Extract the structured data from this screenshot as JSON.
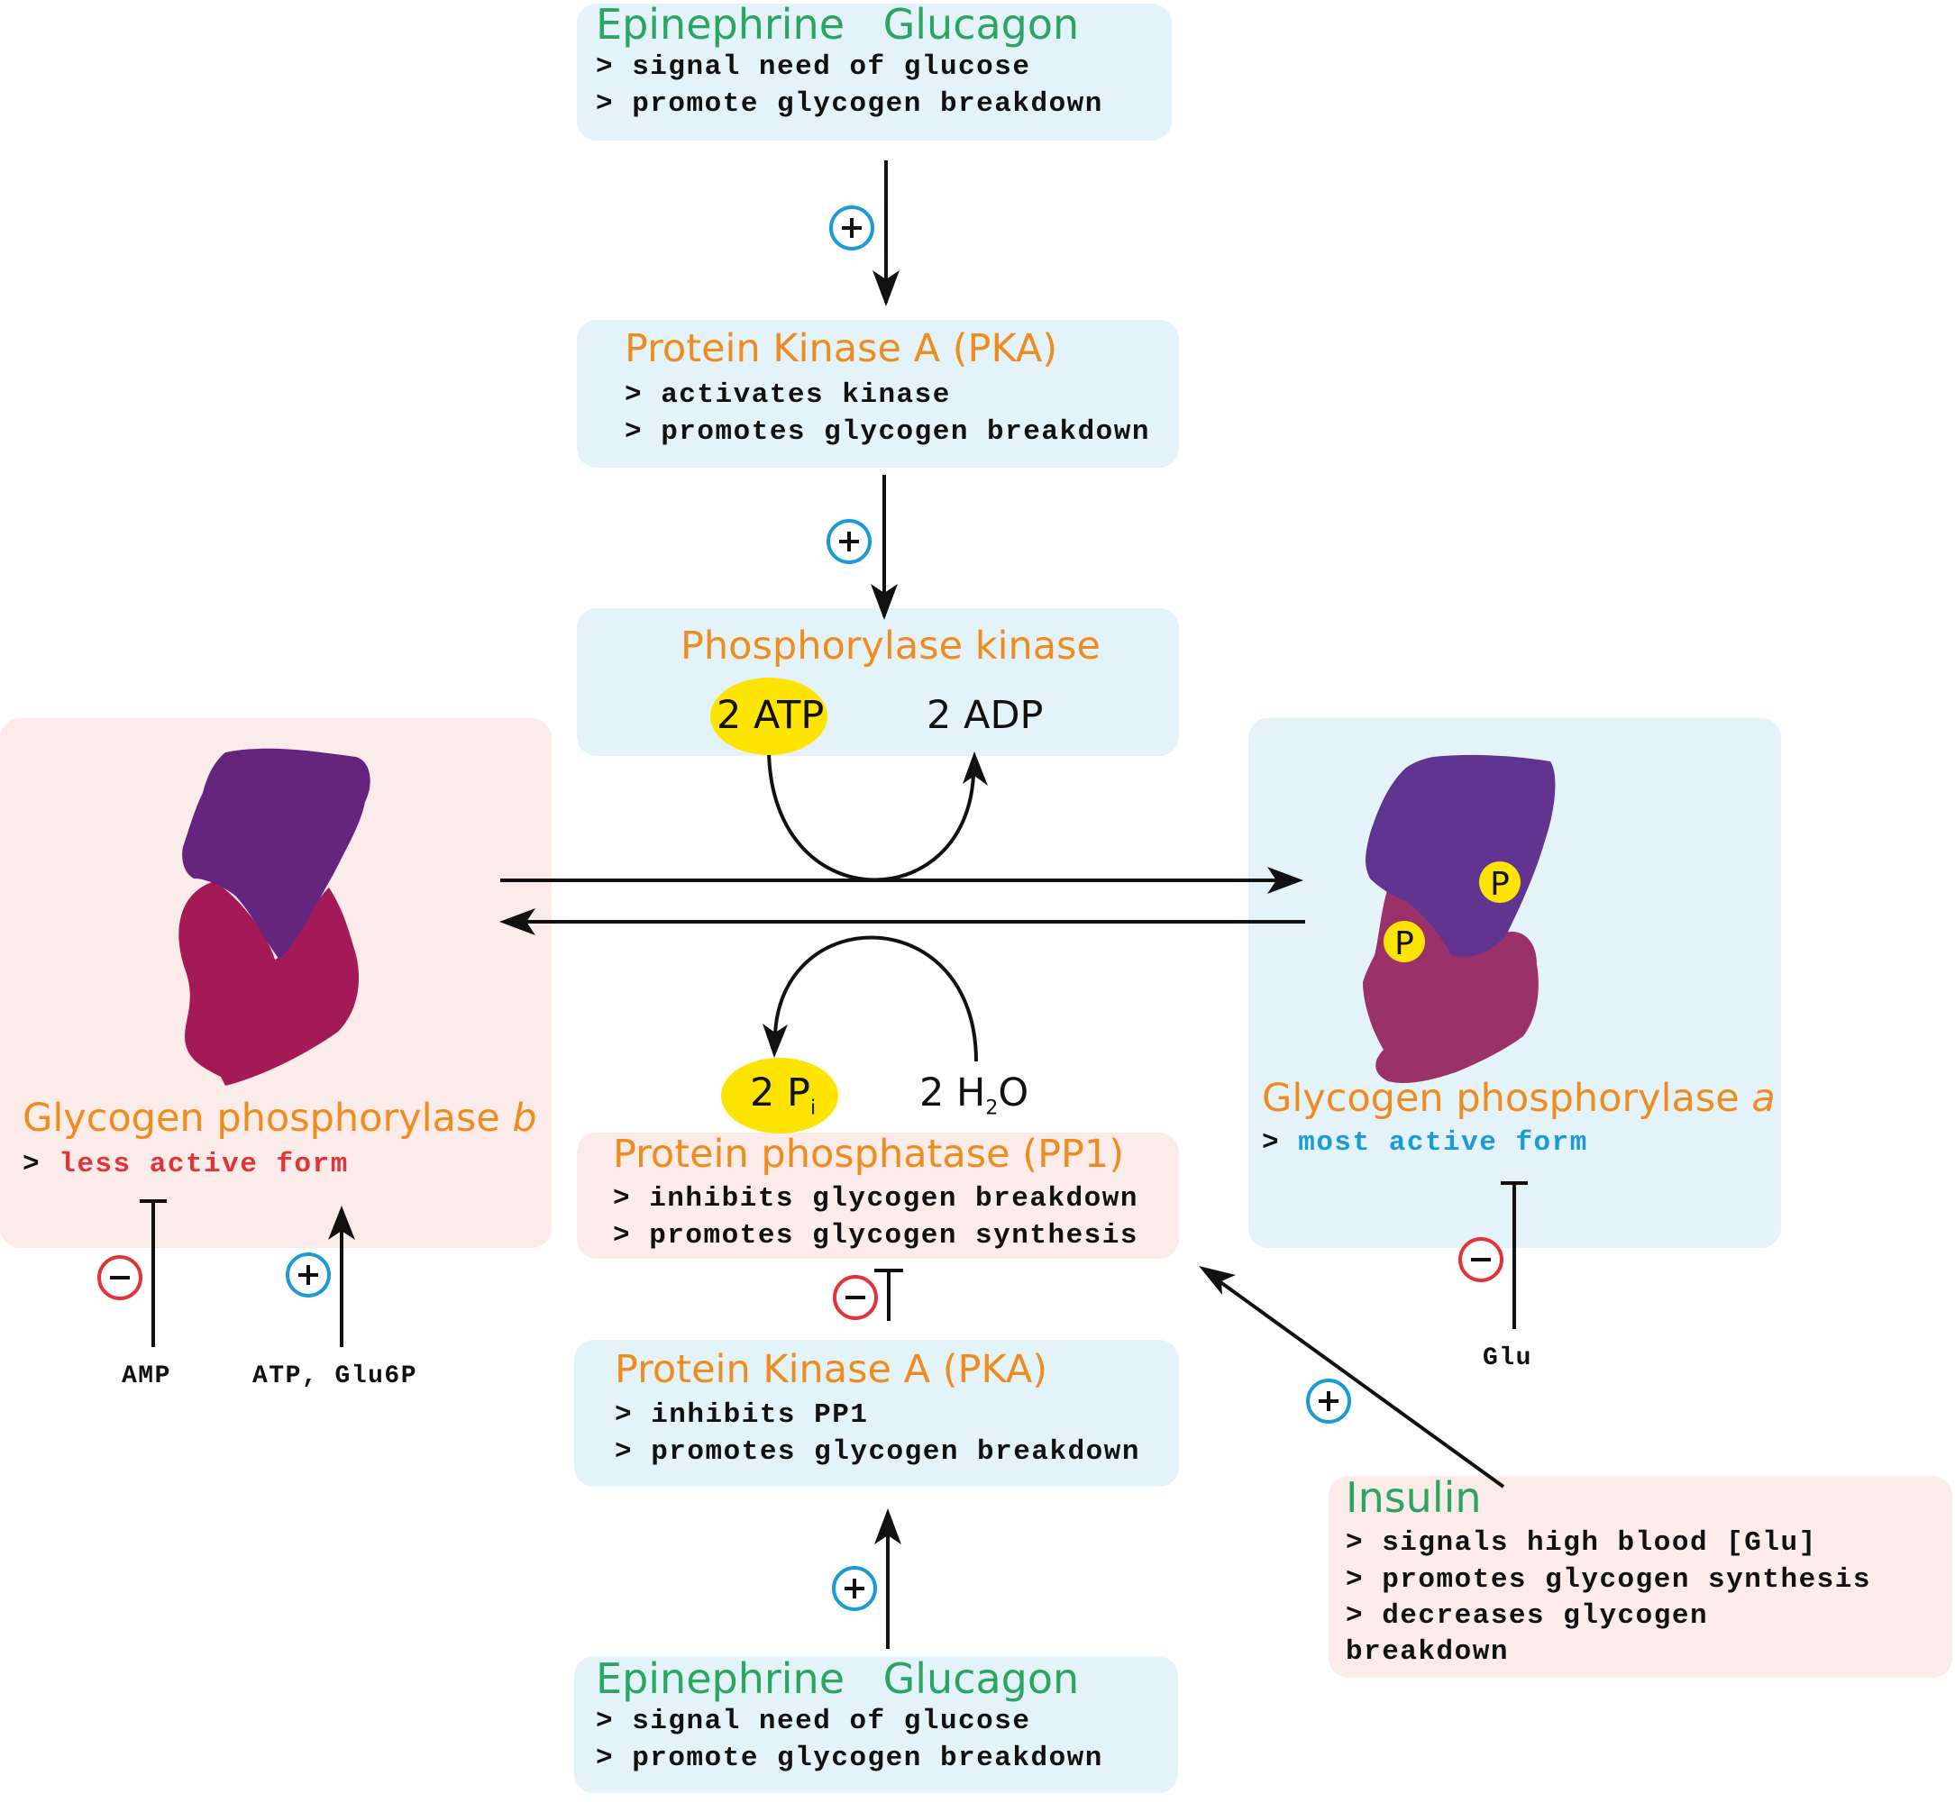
{
  "top_hormones": {
    "title_a": "Epinephrine",
    "title_b": "Glucagon",
    "line1": "> signal need of glucose",
    "line2": "> promote glycogen breakdown"
  },
  "pka_top": {
    "title": "Protein Kinase A (PKA)",
    "line1": "> activates kinase",
    "line2": "> promotes glycogen breakdown"
  },
  "phosphorylase_kinase": {
    "title": "Phosphorylase kinase",
    "atp": "2 ATP",
    "adp": "2 ADP"
  },
  "gp_b": {
    "title": "Glycogen phosphorylase ",
    "title_italic": "b",
    "line_prefix": "> ",
    "line_text": "less active form"
  },
  "gp_a": {
    "title": "Glycogen phosphorylase ",
    "title_italic": "a",
    "line_prefix": "> ",
    "line_text": "most active form",
    "p_label": "P"
  },
  "hydrolysis": {
    "pi_main": "2 P",
    "pi_sub": "i",
    "h2o_a": "2 H",
    "h2o_sub": "2",
    "h2o_b": "O"
  },
  "pp1": {
    "title": "Protein phosphatase (PP1)",
    "line1": "> inhibits glycogen breakdown",
    "line2": "> promotes glycogen synthesis"
  },
  "pka_bottom": {
    "title": "Protein Kinase A (PKA)",
    "line1": "> inhibits PP1",
    "line2": "> promotes glycogen breakdown"
  },
  "bottom_hormones": {
    "title_a": "Epinephrine",
    "title_b": "Glucagon",
    "line1": "> signal need of glucose",
    "line2": "> promote glycogen breakdown"
  },
  "insulin": {
    "title": "Insulin",
    "line1": "> signals high blood [Glu]",
    "line2": "> promotes glycogen synthesis",
    "line3": "> decreases glycogen",
    "line4": "breakdown"
  },
  "effectors": {
    "amp": "AMP",
    "atp_glu6p": "ATP, Glu6P",
    "glu": "Glu"
  },
  "signs": {
    "plus": "+",
    "minus": "–"
  },
  "colors": {
    "blue_box": "#e4f3fa",
    "pink_box": "#fbece9",
    "hormone_green": "#2aa562",
    "enzyme_orange": "#ef8c1f",
    "activator_blue": "#1b9ad6",
    "inhibitor_red": "#e2333b",
    "phosphate_yellow": "#fde500",
    "protein_purple": "#65247e",
    "protein_magenta": "#a31a57"
  }
}
